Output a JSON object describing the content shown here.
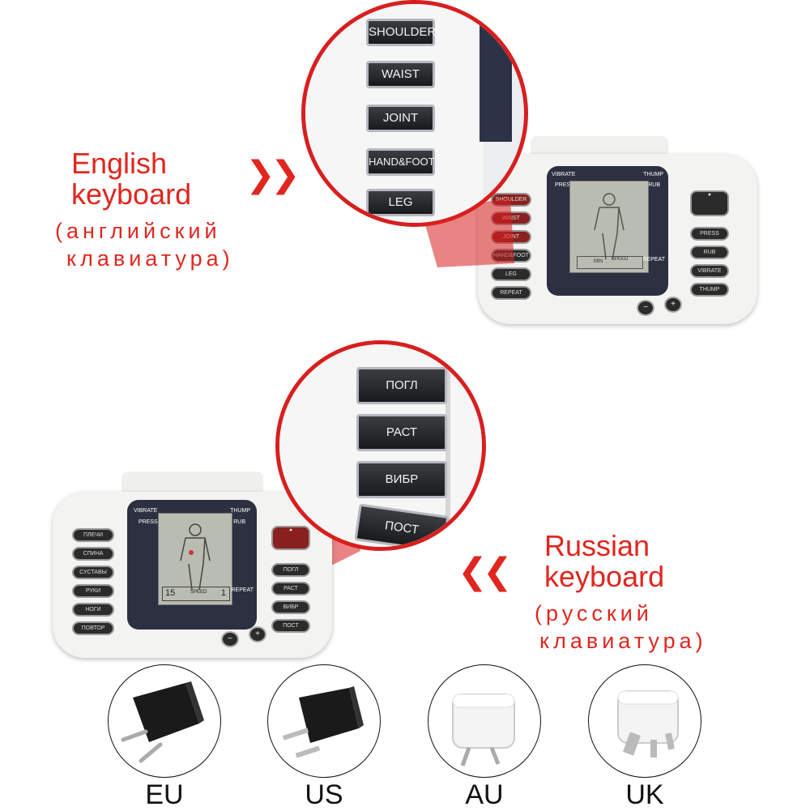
{
  "english": {
    "caption_line1": "English",
    "caption_line2": "keyboard",
    "caption_ru_line1": "(английский",
    "caption_ru_line2": "клавиатура)",
    "zoom_keys": [
      "SHOULDER",
      "WAIST",
      "JOINT",
      "HAND&FOOT",
      "LEG"
    ],
    "device_left_buttons": [
      "SHOULDER",
      "WAIST",
      "JOINT",
      "HAND&FOOT",
      "LEG",
      "REPEAT"
    ],
    "device_right_buttons": [
      "PRESS",
      "RUB",
      "VIBRATE",
      "THUMP"
    ],
    "lcd_labels": {
      "vibrate": "VIBRATE",
      "press": "PRESS",
      "thump": "THUMP",
      "rub": "RUB",
      "repeat": "REPEAT",
      "min": "MIN",
      "speed": "SPEED"
    }
  },
  "russian": {
    "caption_line1": "Russian",
    "caption_line2": "keyboard",
    "caption_ru_line1": "(русский",
    "caption_ru_line2": "клавиатура)",
    "zoom_keys": [
      "ПОГЛ",
      "РАСТ",
      "ВИБР",
      "ПОСТ"
    ],
    "device_left_buttons": [
      "ПЛЕЧИ",
      "СПИНА",
      "СУСТАВЫ",
      "РУКИ",
      "НОГИ",
      "ПОВТОР"
    ],
    "device_right_buttons": [
      "ПОГЛ",
      "РАСТ",
      "ВИБР",
      "ПОСТ"
    ],
    "lcd_labels": {
      "vibrate": "VIBRATE",
      "press": "PRESS",
      "thump": "THUMP",
      "rub": "RUB",
      "repeat": "REPEAT",
      "speed": "SPEED",
      "readout": "15",
      "level": "1"
    }
  },
  "adapters": [
    {
      "label": "EU",
      "color": "#1a1a1a"
    },
    {
      "label": "US",
      "color": "#1a1a1a"
    },
    {
      "label": "AU",
      "color": "#f4f4f4"
    },
    {
      "label": "UK",
      "color": "#f4f4f4"
    }
  ],
  "colors": {
    "accent": "#e0261f",
    "lcd": "#b9bcb0",
    "bezel": "#2c3040"
  },
  "icons": {
    "arrow_left": "arrow-left-icon",
    "arrow_right": "arrow-right-icon",
    "body_figure": "human-body-icon"
  }
}
